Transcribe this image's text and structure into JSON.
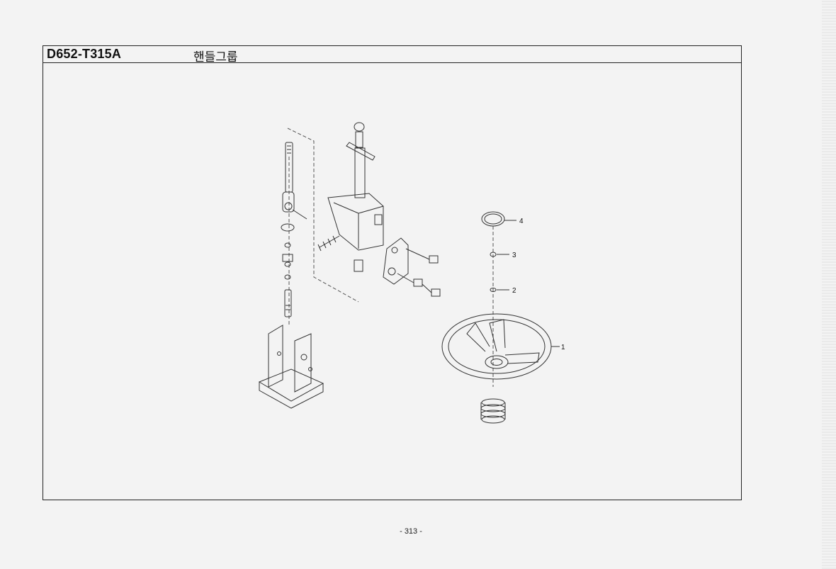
{
  "header": {
    "part_code": "D652-T315A",
    "group_title": "핸들그룹"
  },
  "callouts": {
    "c1": "1",
    "c2": "2",
    "c3": "3",
    "c4": "4"
  },
  "footer": {
    "page_number": "- 313 -"
  }
}
